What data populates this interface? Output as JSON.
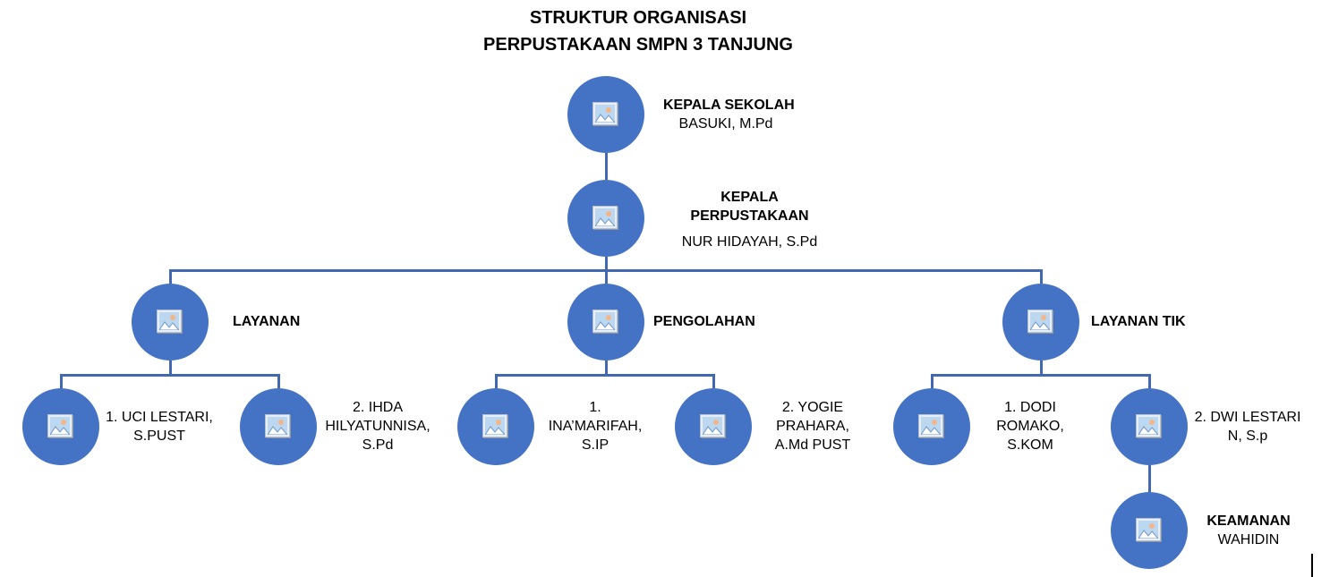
{
  "title": {
    "line1": "STRUKTUR ORGANISASI",
    "line2": "PERPUSTAKAAN SMPN 3 TANJUNG"
  },
  "colors": {
    "node_fill": "#4472c4",
    "connector": "#4168b0"
  },
  "nodes": {
    "kepala_sekolah": {
      "role": "KEPALA SEKOLAH",
      "name": "BASUKI, M.Pd",
      "icon": "image-placeholder-icon"
    },
    "kepala_perpustakaan": {
      "role_line1": "KEPALA",
      "role_line2": "PERPUSTAKAAN",
      "name": "NUR HIDAYAH, S.Pd",
      "icon": "image-placeholder-icon"
    },
    "layanan": {
      "role": "LAYANAN",
      "icon": "image-placeholder-icon"
    },
    "pengolahan": {
      "role": "PENGOLAHAN",
      "icon": "image-placeholder-icon"
    },
    "layanan_tik": {
      "role": "LAYANAN TIK",
      "icon": "image-placeholder-icon"
    },
    "uci": {
      "line1": "1. UCI LESTARI,",
      "line2": "S.PUST"
    },
    "ihda": {
      "line1": "2. IHDA",
      "line2": "HILYATUNNISA,",
      "line3": "S.Pd"
    },
    "ina": {
      "line1": "1.",
      "line2": "INA’MARIFAH,",
      "line3": "S.IP"
    },
    "yogie": {
      "line1": "2. YOGIE",
      "line2": "PRAHARA,",
      "line3": "A.Md PUST"
    },
    "dodi": {
      "line1": "1. DODI",
      "line2": "ROMAKO,",
      "line3": "S.KOM"
    },
    "dwi": {
      "line1": "2. DWI LESTARI",
      "line2": "N, S.p"
    },
    "keamanan": {
      "role": "KEAMANAN",
      "name": "WAHIDIN",
      "icon": "image-placeholder-icon"
    }
  }
}
